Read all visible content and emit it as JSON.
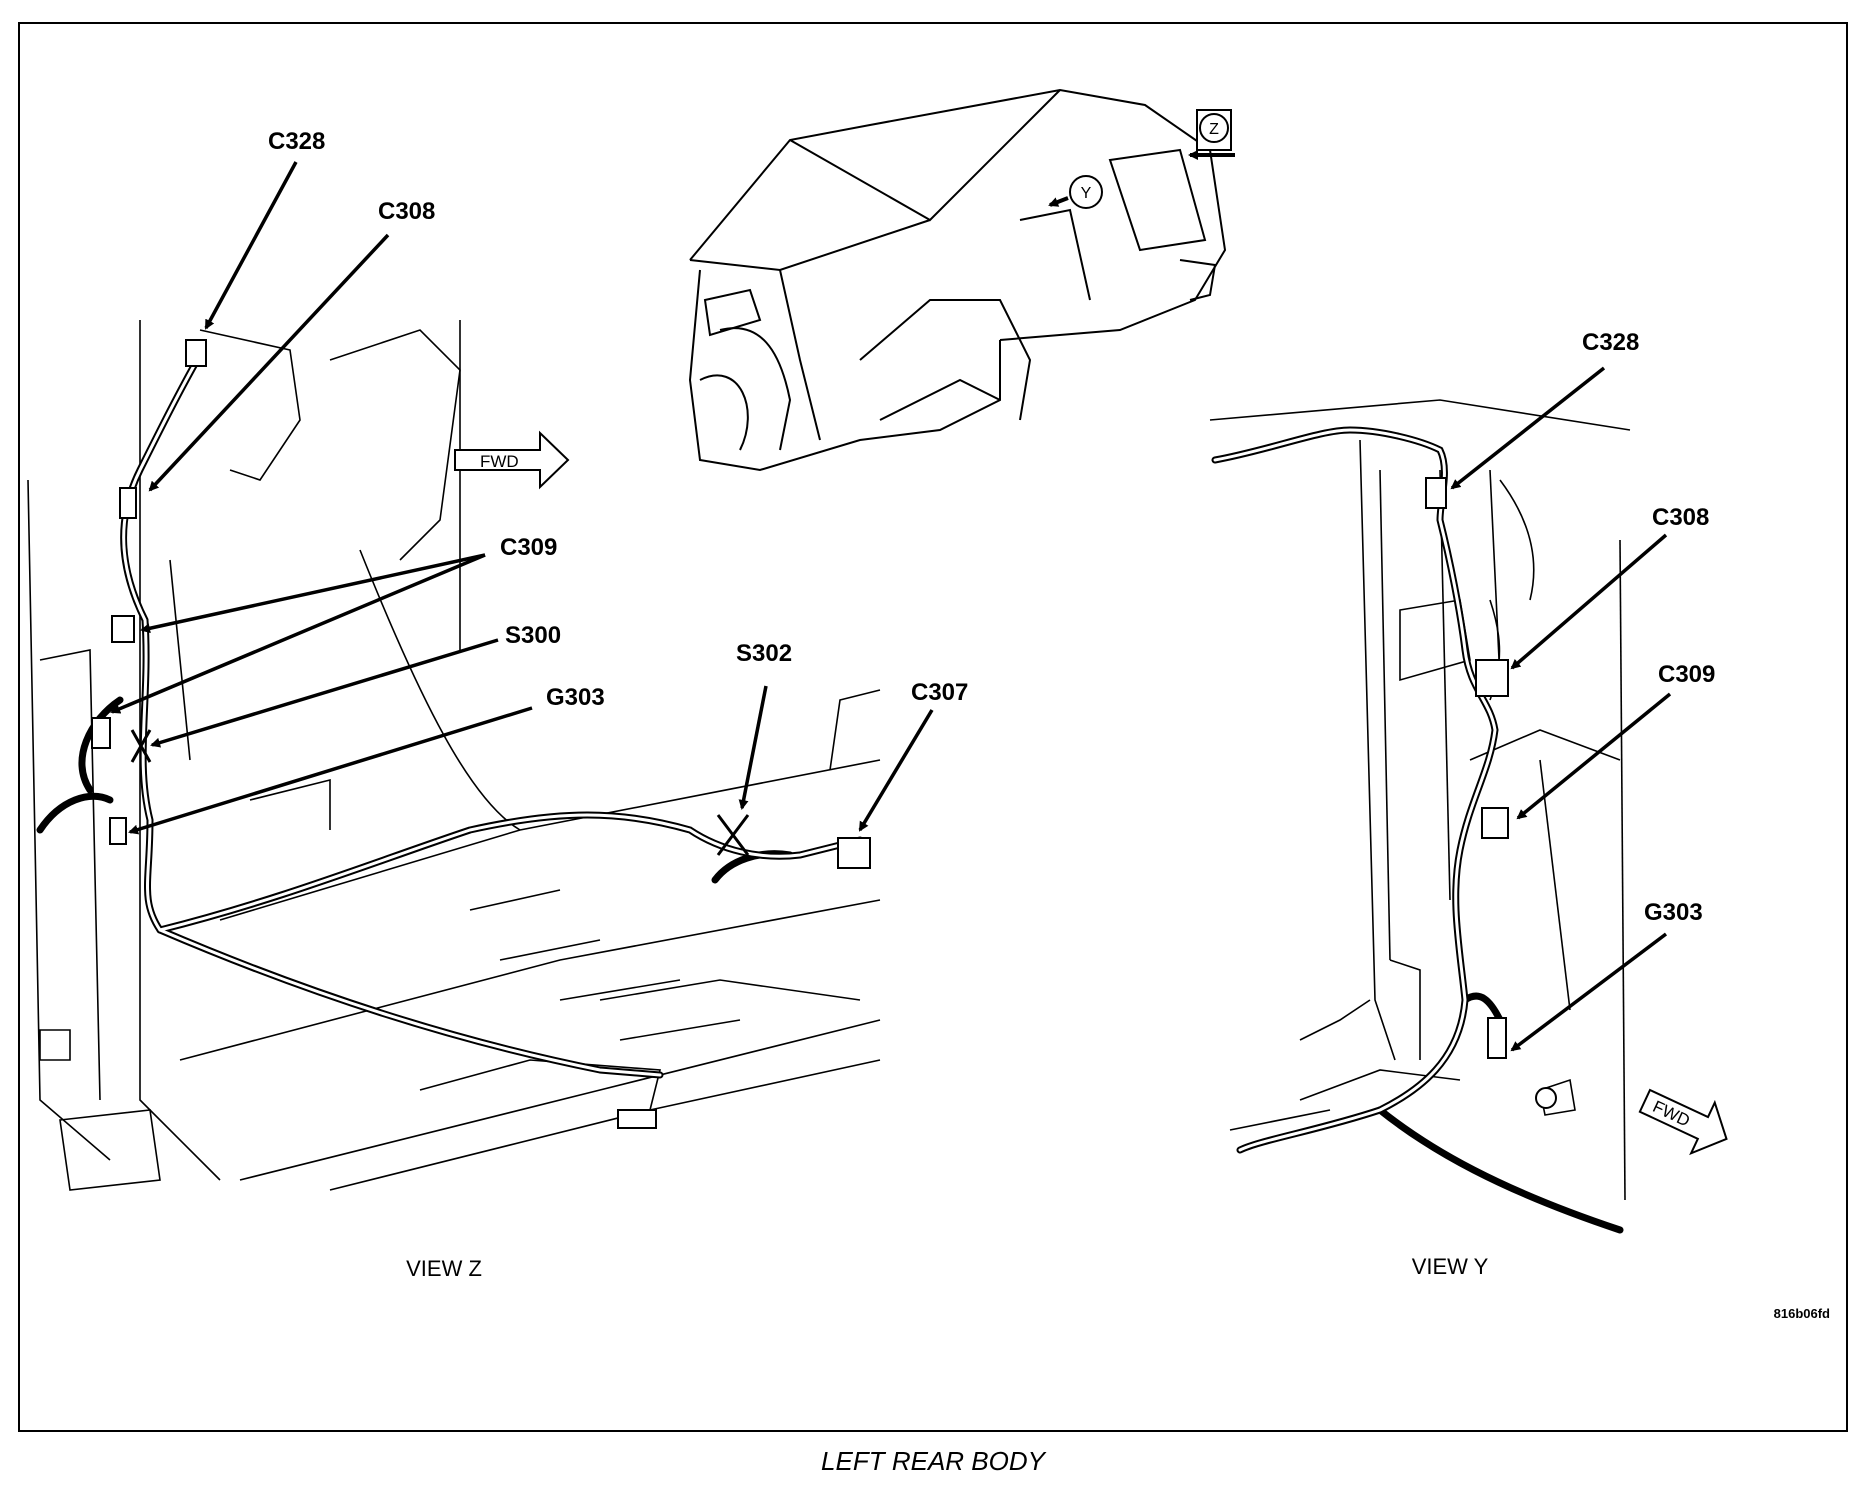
{
  "views": {
    "z_label": "VIEW Z",
    "y_label": "VIEW Y"
  },
  "callouts_view_z": {
    "c328": "C328",
    "c308": "C308",
    "c309": "C309",
    "s300": "S300",
    "g303": "G303",
    "s302": "S302",
    "c307": "C307"
  },
  "callouts_view_y": {
    "c328": "C328",
    "c308": "C308",
    "c309": "C309",
    "g303": "G303"
  },
  "overview": {
    "badge_z": "Z",
    "badge_y": "Y"
  },
  "fwd_label": "FWD",
  "figure_ref": "816b06fd",
  "caption": "LEFT REAR BODY"
}
